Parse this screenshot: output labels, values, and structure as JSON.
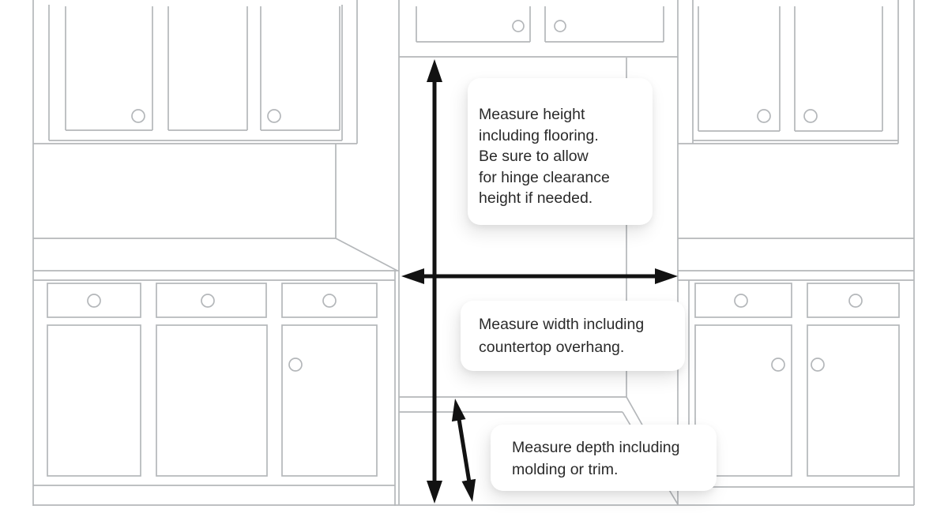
{
  "figure": {
    "title": "Kitchen cabinet measurement diagram",
    "background": "#ffffff",
    "line_color": "#b4b7ba",
    "arrow_color": "#121212",
    "callout_bg": "#ffffff",
    "text_color": "#2a2a2a"
  },
  "icons": {
    "height_arrow": "vertical-double-headed-arrow",
    "width_arrow": "horizontal-double-headed-arrow",
    "depth_arrow": "diagonal-double-headed-arrow"
  },
  "callouts": {
    "height": {
      "lines": [
        "Measure height",
        "including flooring.",
        "Be sure to allow",
        "for hinge clearance",
        "height if needed."
      ]
    },
    "width": {
      "lines": [
        "Measure width including",
        "countertop overhang."
      ]
    },
    "depth": {
      "lines": [
        "Measure depth including",
        "molding or trim."
      ]
    }
  }
}
